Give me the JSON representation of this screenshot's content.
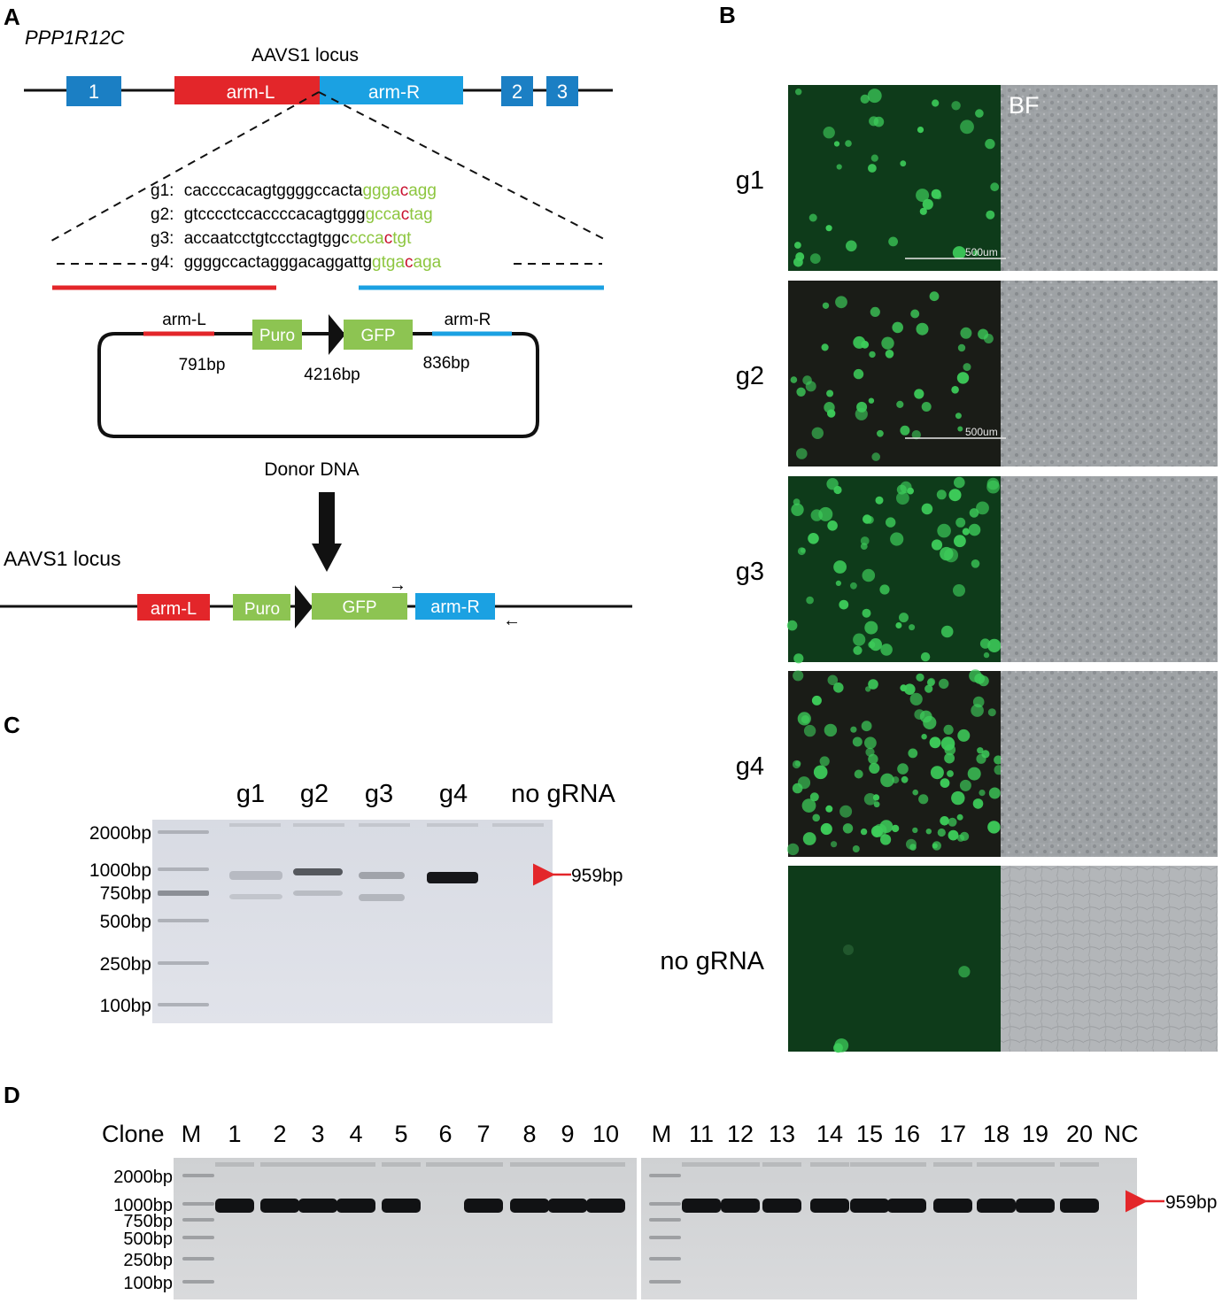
{
  "panels": {
    "A": "A",
    "B": "B",
    "C": "C",
    "D": "D"
  },
  "panel_a": {
    "gene": "PPP1R12C",
    "locus_title": "AAVS1 locus",
    "exons": [
      "1",
      "2",
      "3"
    ],
    "arm_left": "arm-L",
    "arm_right": "arm-R",
    "guides": [
      {
        "label": "g1:",
        "seq": "caccccacagtggggccacta",
        "pam_a": "ggga",
        "pam_c": "c",
        "pam_b": "agg"
      },
      {
        "label": "g2:",
        "seq": "gtcccctccaccccacagtggg",
        "pam_a": "gcca",
        "pam_c": "c",
        "pam_b": "tag"
      },
      {
        "label": "g3:",
        "seq": "accaatcctgtccctagtggc",
        "pam_a": "ccca",
        "pam_c": "c",
        "pam_b": "tgt"
      },
      {
        "label": "g4:",
        "seq": "ggggccactagggacaggattg",
        "pam_a": "gtga",
        "pam_c": "c",
        "pam_b": "aga"
      }
    ],
    "donor": {
      "arm_left": "arm-L",
      "arm_right": "arm-R",
      "puro": "Puro",
      "gfp": "GFP",
      "size_left": "791bp",
      "size_mid": "4216bp",
      "size_right": "836bp",
      "label": "Donor DNA"
    },
    "result_locus": "AAVS1 locus",
    "result": {
      "arm_left": "arm-L",
      "puro": "Puro",
      "gfp": "GFP",
      "arm_right": "arm-R",
      "primer_fwd": "→",
      "primer_rev": "←"
    }
  },
  "panel_b": {
    "bf_label": "BF",
    "scale_bar": "500um",
    "rows": [
      "g1",
      "g2",
      "g3",
      "g4",
      "no gRNA"
    ],
    "gfp_level": [
      0.25,
      0.3,
      0.45,
      0.75,
      0.02
    ]
  },
  "panel_c": {
    "lanes": [
      "g1",
      "g2",
      "g3",
      "g4",
      "no gRNA"
    ],
    "ladder": [
      "2000bp",
      "1000bp",
      "750bp",
      "500bp",
      "250bp",
      "100bp"
    ],
    "product": "959bp"
  },
  "panel_d": {
    "clone_label": "Clone",
    "marker": "M",
    "lanes_left": [
      "1",
      "2",
      "3",
      "4",
      "5",
      "6",
      "7",
      "8",
      "9",
      "10"
    ],
    "lanes_right": [
      "11",
      "12",
      "13",
      "14",
      "15",
      "16",
      "17",
      "18",
      "19",
      "20"
    ],
    "nc": "NC",
    "ladder": [
      "2000bp",
      "1000bp",
      "750bp",
      "500bp",
      "250bp",
      "100bp"
    ],
    "product": "959bp",
    "band_present_left": [
      1,
      1,
      1,
      1,
      1,
      0,
      1,
      1,
      1,
      1
    ],
    "band_present_right": [
      1,
      1,
      1,
      1,
      1,
      1,
      1,
      1,
      1,
      1
    ]
  },
  "colors": {
    "arm_left": "#e3262a",
    "arm_right": "#1ba1e2",
    "exon": "#1b7fc4",
    "cassette": "#8dc452",
    "pam": "#8dc63f",
    "pam_site": "#c8102e",
    "gfp": "#3dcc5a",
    "arrow": "#e3262a"
  }
}
